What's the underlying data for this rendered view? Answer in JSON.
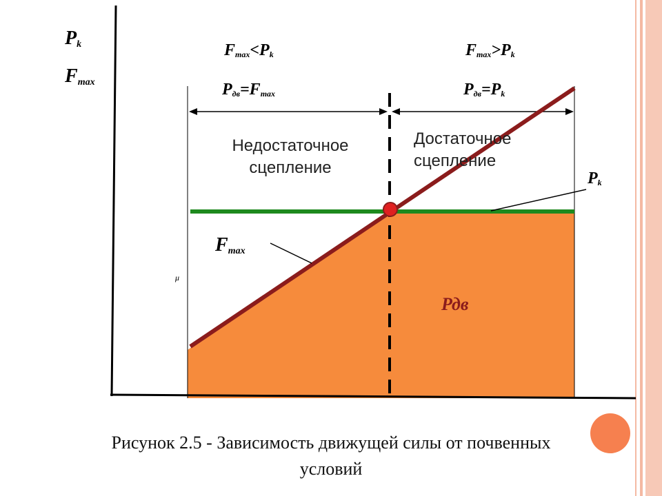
{
  "diagram": {
    "y_label_1": {
      "main": "P",
      "sub": "k"
    },
    "y_label_2": {
      "main": "F",
      "sub": "max"
    },
    "condition_left": {
      "a": "F",
      "a_sub": "max",
      "op": "<P",
      "b_sub": "k"
    },
    "condition_right": {
      "a": "F",
      "a_sub": "max",
      "op": ">P",
      "b_sub": "k"
    },
    "equation_left": {
      "a": "P",
      "a_sub": "дв",
      "op": "=F",
      "b_sub": "max"
    },
    "equation_right": {
      "a": "P",
      "a_sub": "дв",
      "op": "=P",
      "b_sub": "k"
    },
    "region_left_line1": "Недостаточное",
    "region_left_line2": "сцепление",
    "region_right_line1": "Достаточное",
    "region_right_line2": "сцепление",
    "pk_curve_label": {
      "main": "P",
      "sub": "k"
    },
    "fmax_curve_label": {
      "main": "F",
      "sub": "max"
    },
    "mu_label": "μ",
    "area_label": "Рдв",
    "colors": {
      "fill": "#f68b3c",
      "fmax_line": "#8b1c1c",
      "pk_line": "#1e8a1e",
      "point": "#e02020",
      "frame": "#f4b9a3"
    }
  },
  "caption": {
    "line1": "Рисунок 2.5 - Зависимость движущей силы от почвенных",
    "line2": "условий"
  }
}
